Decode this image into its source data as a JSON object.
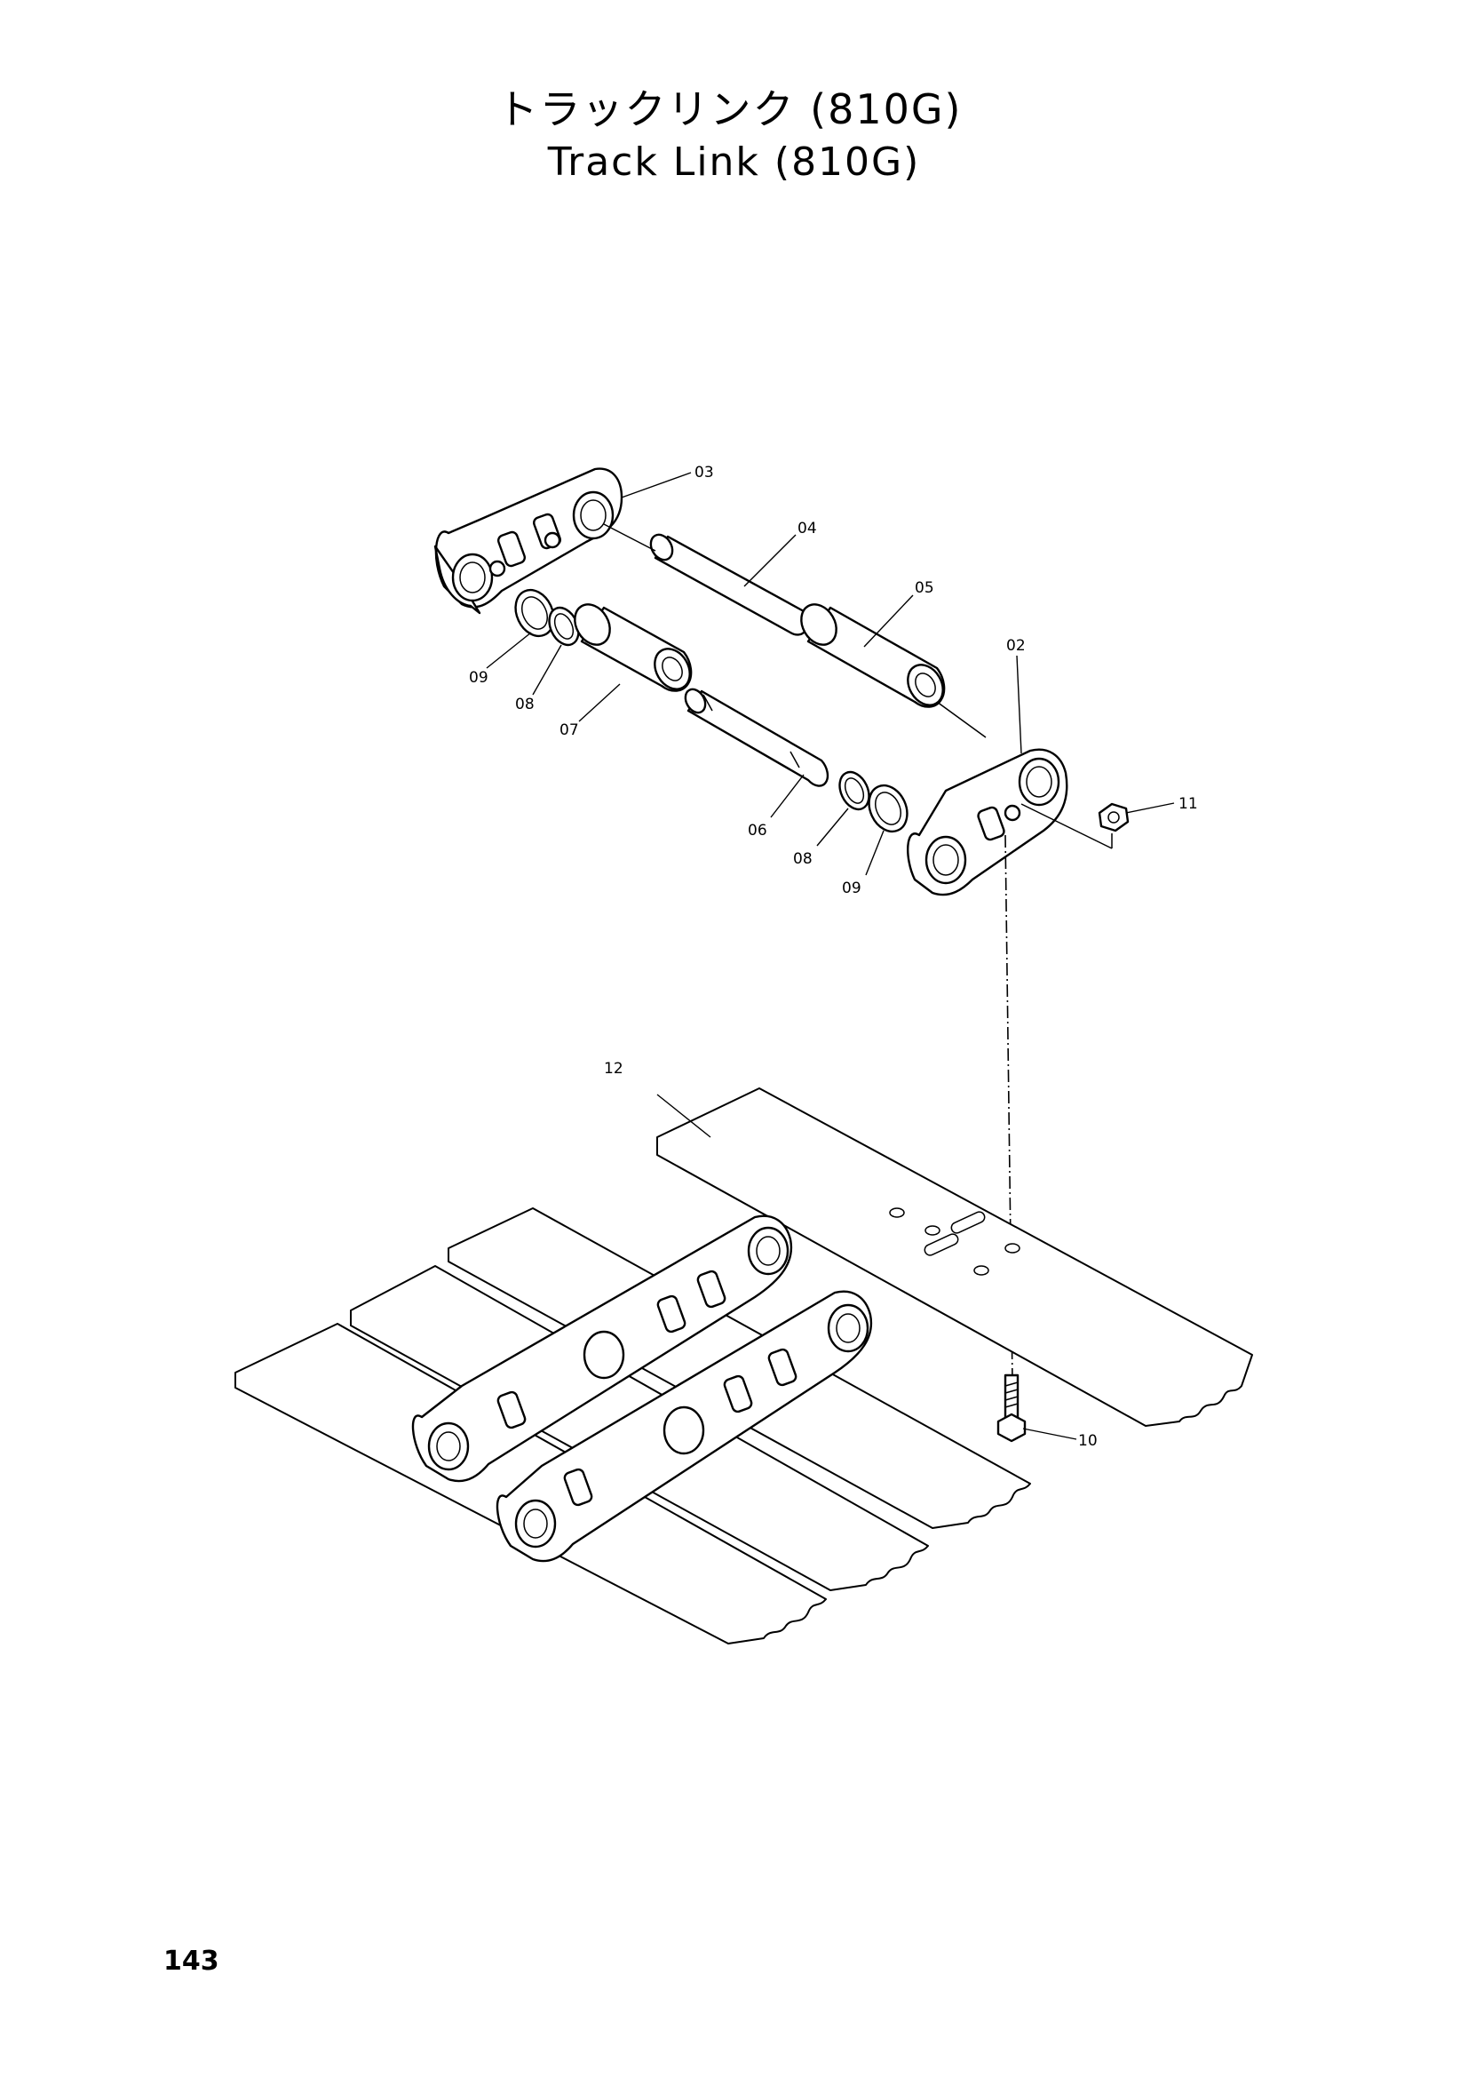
{
  "title": {
    "japanese": "トラックリンク (810G)",
    "english": "Track Link (810G)"
  },
  "callouts": [
    "03",
    "04",
    "05",
    "02",
    "09",
    "08",
    "07",
    "06",
    "08",
    "09",
    "11",
    "12",
    "10"
  ],
  "page_number": "143"
}
